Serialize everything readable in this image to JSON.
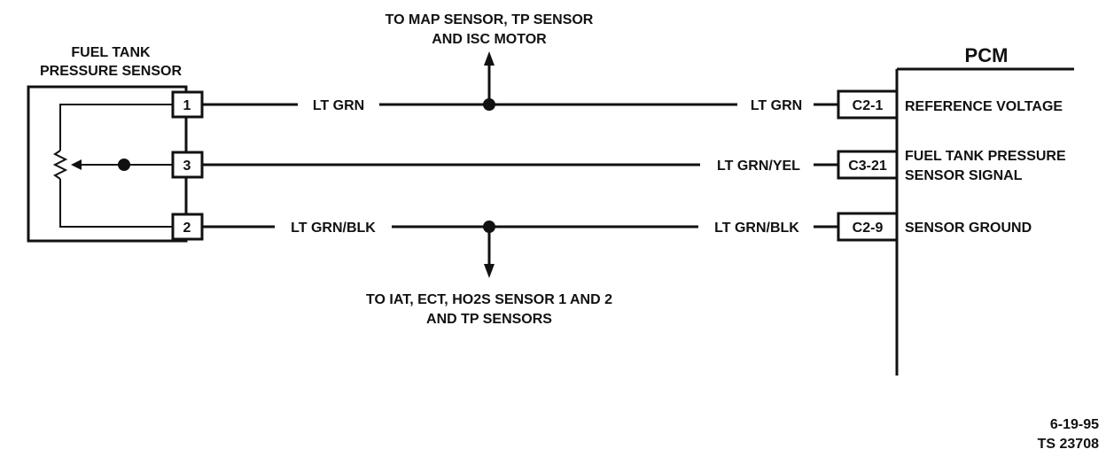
{
  "sensor": {
    "title_line1": "FUEL TANK",
    "title_line2": "PRESSURE SENSOR",
    "pins": [
      "1",
      "3",
      "2"
    ]
  },
  "wires": {
    "ref_left": "LT GRN",
    "ref_right": "LT GRN",
    "signal": "LT GRN/YEL",
    "ground_left": "LT GRN/BLK",
    "ground_right": "LT GRN/BLK"
  },
  "splices": {
    "top_line1": "TO MAP SENSOR, TP SENSOR",
    "top_line2": "AND ISC MOTOR",
    "bottom_line1": "TO IAT, ECT, HO2S SENSOR 1 AND 2",
    "bottom_line2": "AND TP SENSORS"
  },
  "pcm": {
    "title": "PCM",
    "connectors": [
      "C2-1",
      "C3-21",
      "C2-9"
    ],
    "ref_voltage": "REFERENCE VOLTAGE",
    "signal_line1": "FUEL TANK PRESSURE",
    "signal_line2": "SENSOR SIGNAL",
    "sensor_ground": "SENSOR GROUND"
  },
  "footer": {
    "date": "6-19-95",
    "code": "TS 23708"
  }
}
